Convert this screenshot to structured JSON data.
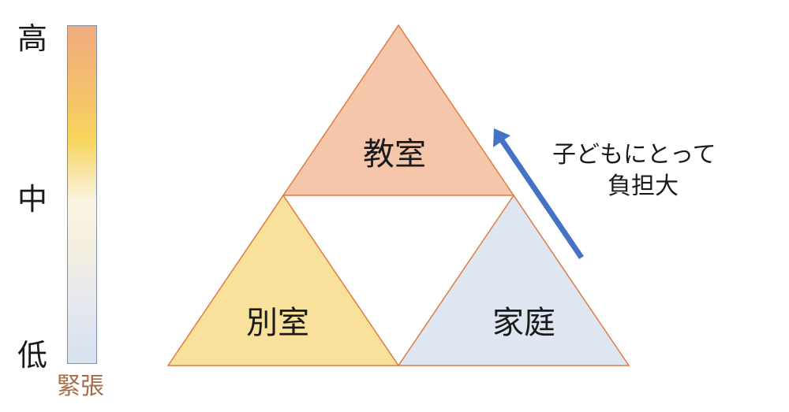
{
  "scale": {
    "high": "高",
    "mid": "中",
    "low": "低",
    "caption": "緊張"
  },
  "triangles": {
    "top": "教室",
    "bottom_left": "別室",
    "bottom_right": "家庭"
  },
  "annotation": {
    "line1": "子どもにとって",
    "line2": "負担大"
  },
  "colors": {
    "classroom_fill": "#f6c6aa",
    "separate_fill": "#f8e19a",
    "home_fill": "#dde6f1",
    "triangle_stroke": "#e07a3f",
    "arrow": "#4472c4",
    "caption": "#a86a45"
  }
}
